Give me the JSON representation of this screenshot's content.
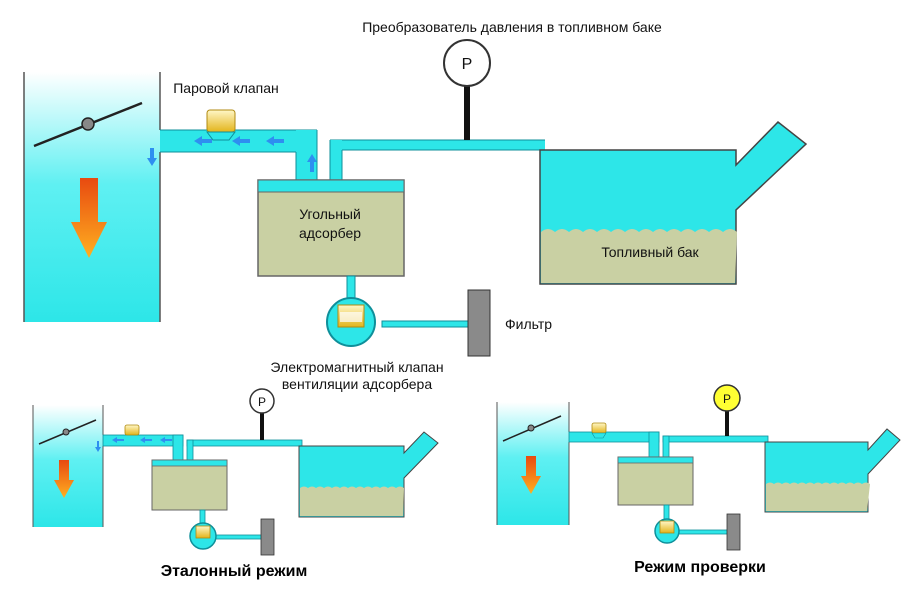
{
  "colors": {
    "fluid": "#2de6e8",
    "pipe": "#2de6e8",
    "pipe_edge": "#0f8f9a",
    "canister": "#c9d0a3",
    "fuel": "#c9d0a3",
    "filter": "#8a8a8a",
    "flow_arrow": "#2e8ff0",
    "engine_arrow": "#f08c1a",
    "p_gauge_active": "#ffff33"
  },
  "icons": {
    "throttle": "throttle-valve-icon",
    "purge_valve": "purge-valve-icon",
    "vent_valve": "vent-valve-icon",
    "pressure": "pressure-gauge-icon"
  },
  "main": {
    "pressure_sensor_label": "Преобразователь давления в топливном баке",
    "pressure_symbol": "P",
    "purge_valve_label": "Паровой клапан",
    "canister_label_line1": "Угольный",
    "canister_label_line2": "адсорбер",
    "fuel_tank_label": "Топливный бак",
    "filter_label": "Фильтр",
    "vent_valve_label_line1": "Электромагнитный клапан",
    "vent_valve_label_line2": "вентиляции адсорбера"
  },
  "modes": {
    "reference": {
      "caption": "Эталонный режим",
      "pressure_symbol": "P"
    },
    "check": {
      "caption": "Режим проверки",
      "pressure_symbol": "P"
    }
  }
}
